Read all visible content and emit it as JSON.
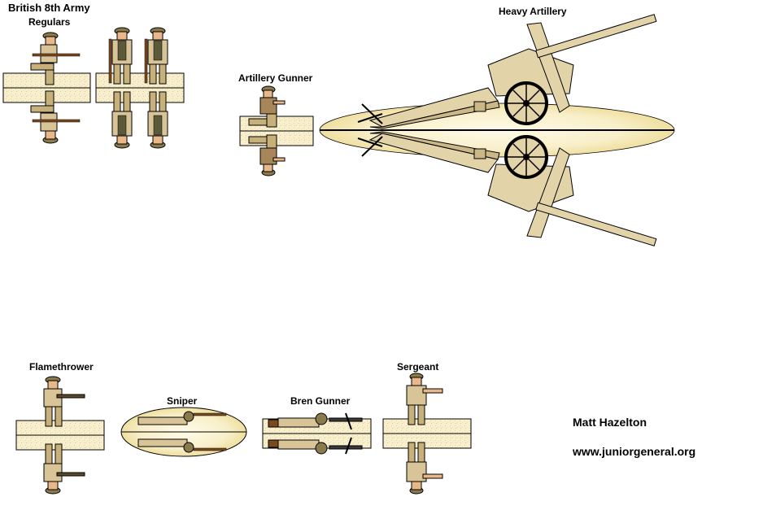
{
  "title": "British 8th Army",
  "subtitle": "Regulars",
  "labels": {
    "heavy_artillery": "Heavy Artillery",
    "artillery_gunner": "Artillery Gunner",
    "flamethrower": "Flamethrower",
    "sniper": "Sniper",
    "bren_gunner": "Bren Gunner",
    "sergeant": "Sergeant"
  },
  "credits": {
    "author": "Matt Hazelton",
    "website": "www.juniorgeneral.org"
  },
  "colors": {
    "base_fill": "#f5eccb",
    "khaki": "#d9c497",
    "dark_khaki": "#b59c68",
    "gun_tan": "#e3d3a8",
    "skin": "#e8b88a",
    "brown": "#7a4a1e"
  }
}
